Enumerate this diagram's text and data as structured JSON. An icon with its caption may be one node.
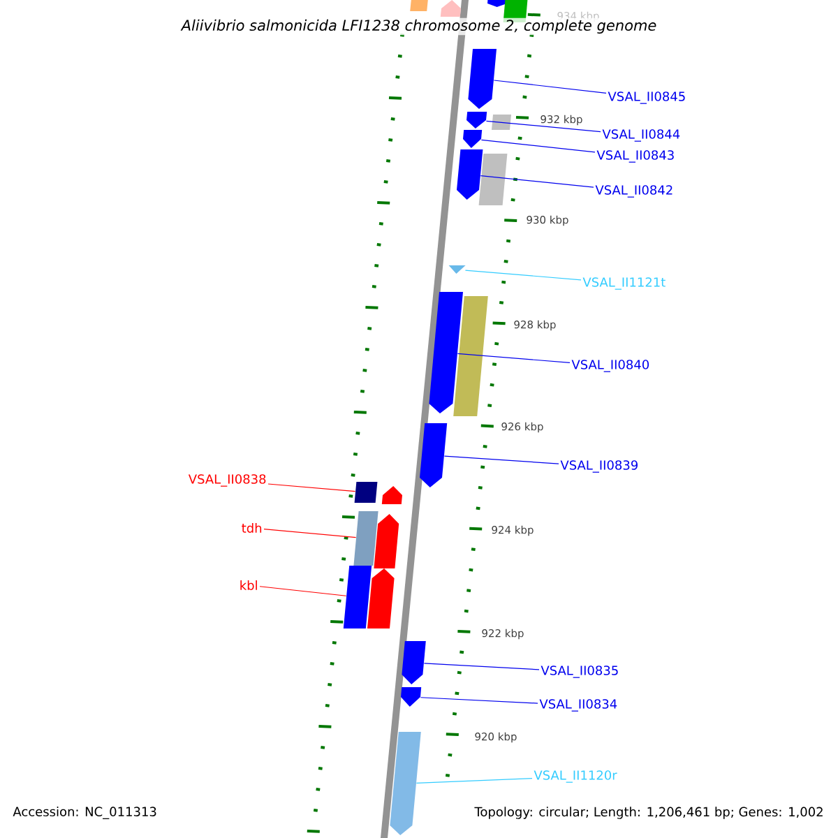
{
  "diagram": {
    "title": "Aliivibrio salmonicida LFI1238 chromosome 2, complete genome",
    "nodes": [
      {
        "text": [
          "VSAL_II0845"
        ]
      },
      {
        "text": [
          "VSAL_II0844"
        ]
      },
      {
        "text": [
          "VSAL_II0843"
        ]
      },
      {
        "text": [
          "VSAL_II0842"
        ]
      },
      {
        "text": [
          "VSAL_II1121t"
        ]
      },
      {
        "text": [
          "VSAL_II0840"
        ]
      },
      {
        "text": [
          "VSAL_II0839"
        ]
      },
      {
        "text": [
          "VSAL_II0838"
        ]
      },
      {
        "text": [
          "tdh"
        ]
      },
      {
        "text": [
          "kbl"
        ]
      },
      {
        "text": [
          "VSAL_II0835"
        ]
      },
      {
        "text": [
          "VSAL_II0834"
        ]
      },
      {
        "text": [
          "VSAL_II1120r"
        ]
      },
      {
        "text": [],
        "shape": "box"
      },
      {
        "text": [],
        "shape": "pentagon"
      },
      {
        "text": [],
        "shape": "pentagon"
      },
      {
        "text": [],
        "shape": "box"
      },
      {
        "text": [],
        "shape": "pentagon"
      },
      {
        "text": [],
        "shape": "pentagon"
      },
      {
        "text": [],
        "shape": "box"
      },
      {
        "text": [],
        "shape": "pentagon"
      },
      {
        "text": [],
        "shape": "pentagon"
      },
      {
        "text": [],
        "shape": "box"
      },
      {
        "text": [],
        "shape": "triangle"
      },
      {
        "text": [],
        "shape": "pentagon"
      },
      {
        "text": [],
        "shape": "box"
      },
      {
        "text": [],
        "shape": "pentagon"
      },
      {
        "text": [],
        "shape": "box"
      },
      {
        "text": [],
        "shape": "pentagon"
      },
      {
        "text": [],
        "shape": "box"
      },
      {
        "text": [],
        "shape": "pentagon"
      },
      {
        "text": [],
        "shape": "box"
      },
      {
        "text": [],
        "shape": "pentagon"
      },
      {
        "text": [],
        "shape": "pentagon"
      },
      {
        "text": [],
        "shape": "pentagon"
      },
      {
        "text": [],
        "shape": "pentagon"
      }
    ],
    "edges": [
      {
        "from": 0,
        "to": 17,
        "arrow": "none"
      },
      {
        "from": 1,
        "to": 18,
        "arrow": "none"
      },
      {
        "from": 2,
        "to": 20,
        "arrow": "none"
      },
      {
        "from": 3,
        "to": 21,
        "arrow": "none"
      },
      {
        "from": 4,
        "to": 23,
        "arrow": "none",
        "color": "#33ccff"
      },
      {
        "from": 5,
        "to": 24,
        "arrow": "none"
      },
      {
        "from": 6,
        "to": 26,
        "arrow": "none"
      },
      {
        "from": 7,
        "to": 27,
        "arrow": "none",
        "color": "#ff0000"
      },
      {
        "from": 8,
        "to": 29,
        "arrow": "none",
        "color": "#ff0000"
      },
      {
        "from": 9,
        "to": 31,
        "arrow": "none",
        "color": "#ff0000"
      },
      {
        "from": 10,
        "to": 33,
        "arrow": "none"
      },
      {
        "from": 11,
        "to": 34,
        "arrow": "none"
      },
      {
        "from": 12,
        "to": 35,
        "arrow": "none",
        "color": "#33ccff"
      }
    ],
    "labels": [
      "934 kbp",
      "932 kbp",
      "930 kbp",
      "928 kbp",
      "926 kbp",
      "924 kbp",
      "922 kbp",
      "920 kbp",
      "Accession: NC_011313",
      "Topology: circular; Length: 1,206,461 bp; Genes: 1,002"
    ]
  }
}
